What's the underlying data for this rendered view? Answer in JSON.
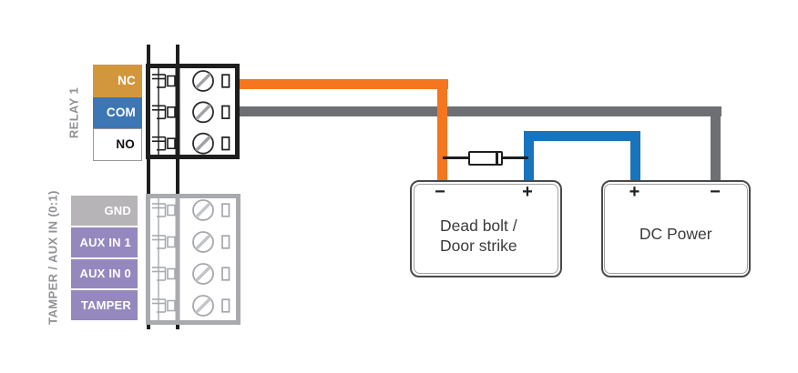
{
  "relay_block": {
    "group_label": "RELAY 1",
    "terminals": [
      {
        "label": "NC",
        "bg": "#D2973C",
        "fg": "#FFFFFF"
      },
      {
        "label": "COM",
        "bg": "#3D76B5",
        "fg": "#FFFFFF"
      },
      {
        "label": "NO",
        "bg": "#FFFFFF",
        "fg": "#111111"
      }
    ]
  },
  "aux_block": {
    "group_label": "TAMPER / AUX IN (0:1)",
    "terminals": [
      {
        "label": "GND",
        "bg": "#B6B4B7",
        "fg": "#FFFFFF"
      },
      {
        "label": "AUX IN 1",
        "bg": "#9488BE",
        "fg": "#FFFFFF"
      },
      {
        "label": "AUX IN 0",
        "bg": "#9488BE",
        "fg": "#FFFFFF"
      },
      {
        "label": "TAMPER",
        "bg": "#9488BE",
        "fg": "#FFFFFF"
      }
    ]
  },
  "devices": {
    "load": {
      "line1": "Dead bolt /",
      "line2": "Door strike",
      "left_terminal": "−",
      "right_terminal": "+"
    },
    "power": {
      "label": "DC Power",
      "left_terminal": "+",
      "right_terminal": "−"
    }
  },
  "wires": {
    "nc_color": "#F5761F",
    "com_color": "#6E6F73",
    "power_color": "#1874BC"
  }
}
